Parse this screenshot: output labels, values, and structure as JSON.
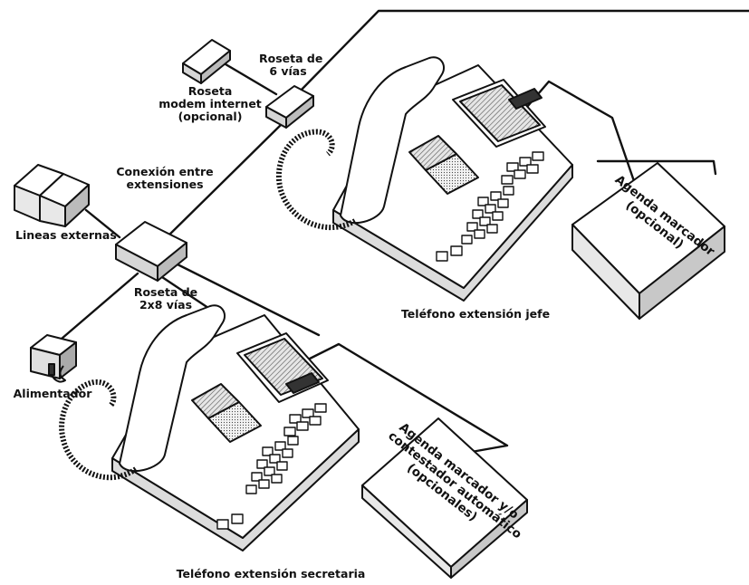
{
  "labels": {
    "roseta_6_line1": "Roseta de",
    "roseta_6_line2": "6 vías",
    "modem_line1": "Roseta",
    "modem_line2": "modem internet",
    "modem_line3": "(opcional)",
    "conexion_line1": "Conexión entre",
    "conexion_line2": "extensiones",
    "lineas_externas": "Lineas externas",
    "roseta_2x8_line1": "Roseta de",
    "roseta_2x8_line2": "2x8 vías",
    "alimentador": "Alimentador",
    "telefono_jefe": "Teléfono extensión jefe",
    "telefono_secretaria": "Teléfono extensión secretaria",
    "agenda1_line1": "Agenda marcador",
    "agenda1_line2": "(opcional)",
    "agenda2_line1": "Agenda marcador y/o",
    "agenda2_line2": "contestador automático",
    "agenda2_line3": "(opcionales)"
  },
  "colors": {
    "line": "#111111",
    "fill": "#ffffff",
    "shade": "#cfcfcf"
  }
}
